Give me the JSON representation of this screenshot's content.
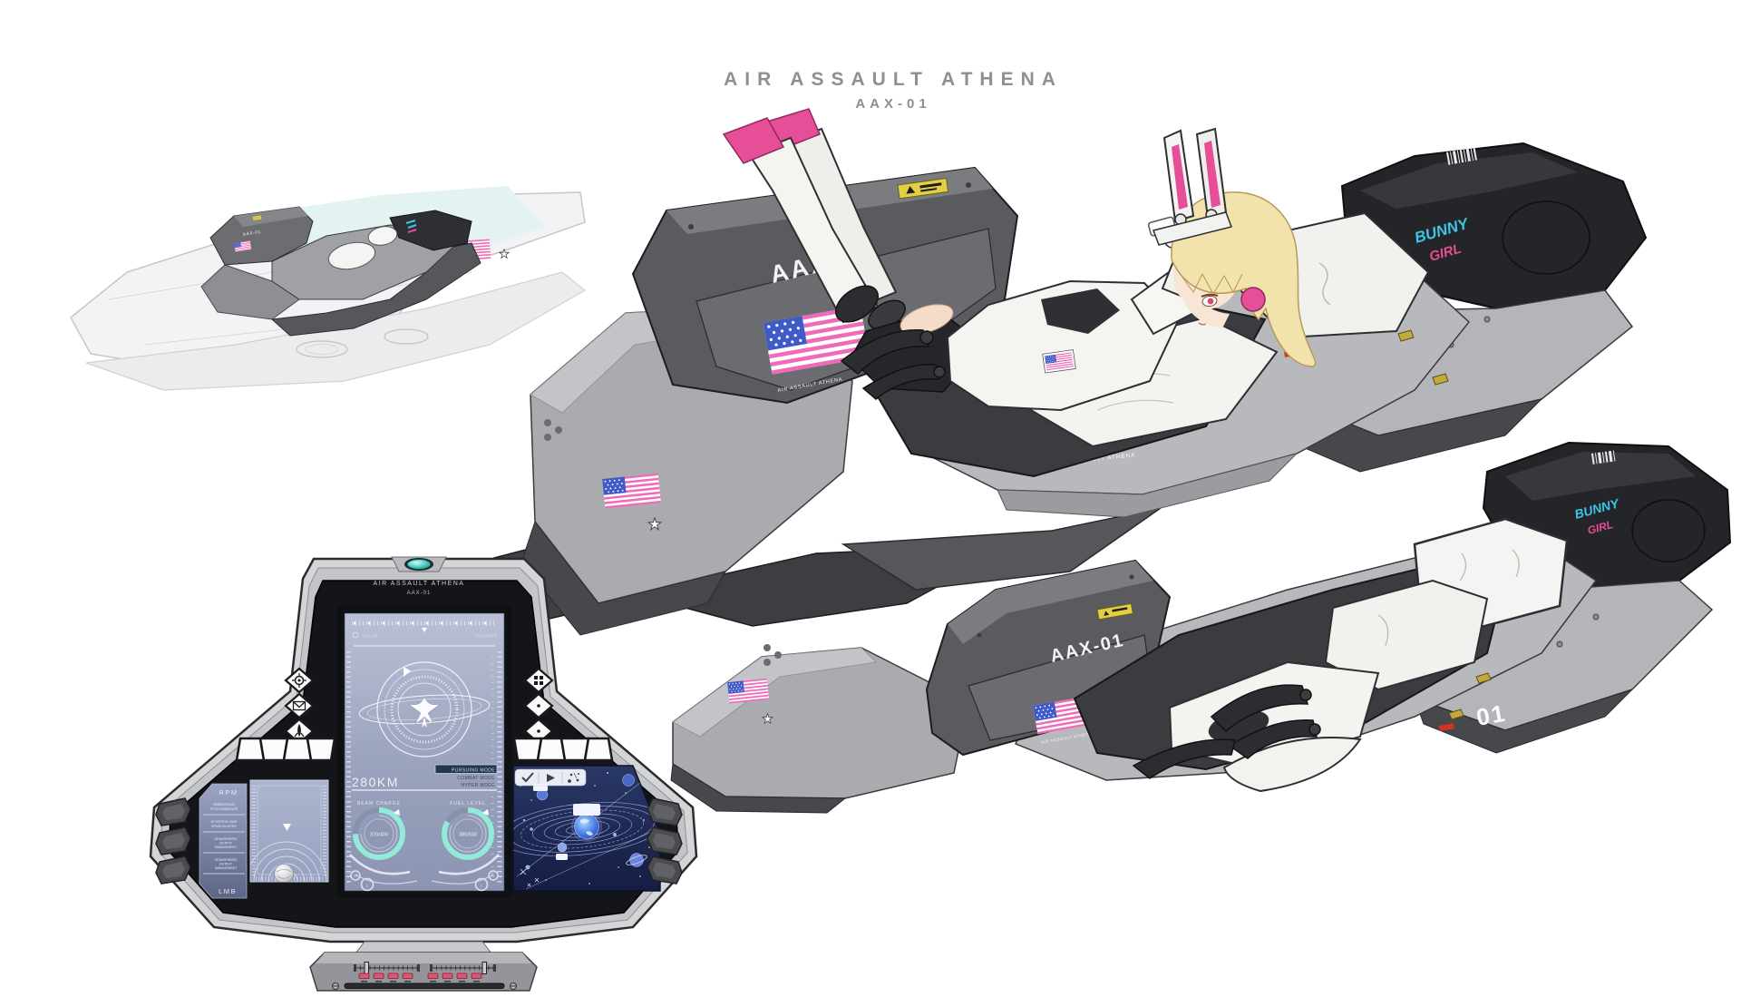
{
  "title": {
    "main": "AIR ASSAULT ATHENA",
    "sub": "AAX-01"
  },
  "decals": {
    "model_code": "AAX-01",
    "unit_number": "01",
    "vehicle_name": "AIR ASSAULT ATHENA",
    "logo_line1": "BUNNY",
    "logo_line2": "GIRL"
  },
  "console": {
    "header_line1": "AIR ASSAULT ATHENA",
    "header_line2": "AAX-01",
    "screen": {
      "top_left_label": "AAX-01",
      "top_right_readout": "23250323",
      "speed": "280KM",
      "modes": [
        {
          "label": "PURSUING MODE",
          "active": true
        },
        {
          "label": "COMBAT MODE",
          "active": false
        },
        {
          "label": "HYPER MODE",
          "active": false
        }
      ],
      "gauges": [
        {
          "label": "BEAM CHARGE",
          "value": "370/400"
        },
        {
          "label": "FUEL LEVEL",
          "value": "380/500"
        }
      ],
      "corner_left": [
        "R",
        "L"
      ],
      "corner_right": [
        "L",
        "R"
      ]
    },
    "left_panel": {
      "top_label": "RPM",
      "bottom_label": "LMB",
      "blocks": [
        [
          "RENDEZVOUS",
          "PITCH MANEUVER"
        ],
        [
          "ATTENTION CASE",
          "SPACE BLASTER"
        ],
        [
          "ATMOSPHERIC",
          "OUTPUT",
          "MANAGEMENT"
        ],
        [
          "ATMOSPHERIC",
          "OUTPUT",
          "MANAGEMENT"
        ]
      ]
    },
    "map_toolbar_icons": [
      "check-icon",
      "play-icon",
      "scatter-icon"
    ]
  },
  "colors": {
    "pink": "#e64e97",
    "cyan": "#3ec6e8",
    "mint": "#92ead9",
    "yellow": "#e3cf45",
    "red": "#d93026",
    "map_navy": "#1a2450",
    "frame_gray": "#d4d5d7",
    "panel_black": "#141518"
  }
}
